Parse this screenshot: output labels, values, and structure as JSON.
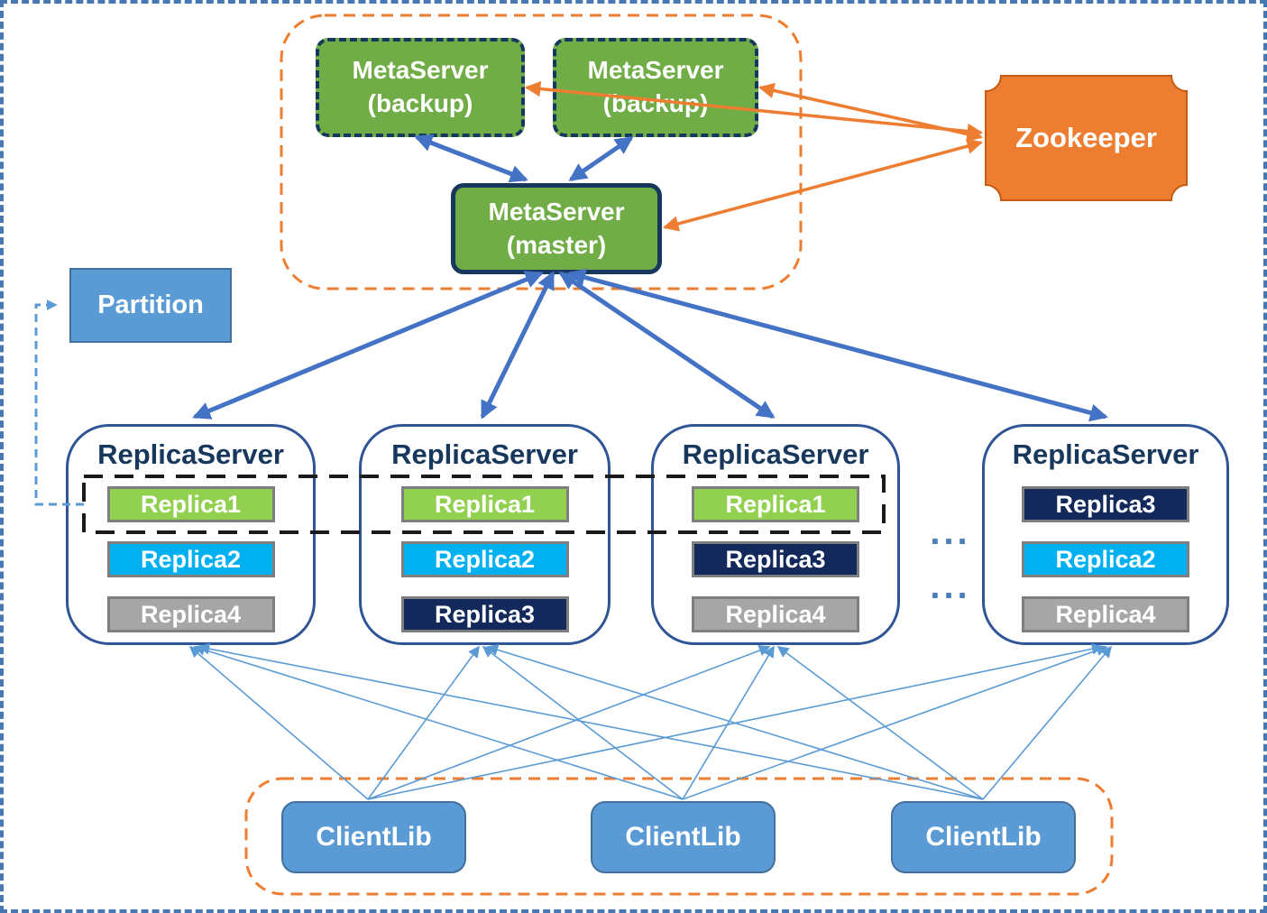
{
  "colors": {
    "green_box": "#70AD47",
    "navy": "#17375D",
    "orange": "#ED7D31",
    "orange_dark": "#C55A11",
    "blue_fill": "#5B9BD5",
    "blue_border": "#41719C",
    "arrow_blue": "#4472C4",
    "thin_blue": "#5B9BD5",
    "replica_green": "#92D050",
    "replica_cyan": "#00B0F0",
    "replica_navy": "#13295C",
    "replica_gray": "#A6A6A6",
    "item_border": "#7F7F7F",
    "dash_black": "#1A1A1A",
    "rs_border": "#2F5597",
    "canvas_border": "#4778B3",
    "dots": "#4A7EBB"
  },
  "meta_servers": [
    {
      "name": "MetaServer",
      "role": "(backup)"
    },
    {
      "name": "MetaServer",
      "role": "(backup)"
    },
    {
      "name": "MetaServer",
      "role": "(master)"
    }
  ],
  "zookeeper": {
    "label": "Zookeeper"
  },
  "partition": {
    "label": "Partition"
  },
  "replica_servers": [
    {
      "title": "ReplicaServer",
      "replicas": [
        {
          "label": "Replica1",
          "color": "replica_green"
        },
        {
          "label": "Replica2",
          "color": "replica_cyan"
        },
        {
          "label": "Replica4",
          "color": "replica_gray"
        }
      ]
    },
    {
      "title": "ReplicaServer",
      "replicas": [
        {
          "label": "Replica1",
          "color": "replica_green"
        },
        {
          "label": "Replica2",
          "color": "replica_cyan"
        },
        {
          "label": "Replica3",
          "color": "replica_navy"
        }
      ]
    },
    {
      "title": "ReplicaServer",
      "replicas": [
        {
          "label": "Replica1",
          "color": "replica_green"
        },
        {
          "label": "Replica3",
          "color": "replica_navy"
        },
        {
          "label": "Replica4",
          "color": "replica_gray"
        }
      ]
    },
    {
      "title": "ReplicaServer",
      "replicas": [
        {
          "label": "Replica3",
          "color": "replica_navy"
        },
        {
          "label": "Replica2",
          "color": "replica_cyan"
        },
        {
          "label": "Replica4",
          "color": "replica_gray"
        }
      ]
    }
  ],
  "ellipsis": "... ...",
  "client_libs": [
    {
      "label": "ClientLib"
    },
    {
      "label": "ClientLib"
    },
    {
      "label": "ClientLib"
    }
  ]
}
